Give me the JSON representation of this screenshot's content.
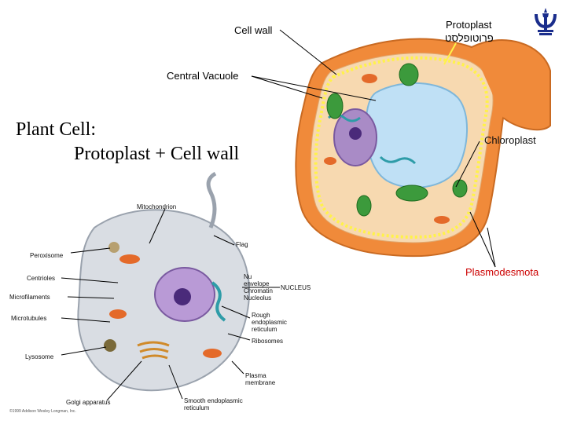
{
  "title": {
    "line1": "Plant Cell:",
    "line2": "Protoplast + Cell wall"
  },
  "labels": {
    "cell_wall": "Cell wall",
    "protoplast": "Protoplast",
    "protoplast_hebrew": "פרוטופלסט",
    "central_vacuole": "Central Vacuole",
    "chloroplast": "Chloroplast",
    "plasmodesmota": "Plasmodesmota"
  },
  "animal_labels": {
    "mitochondrion": "Mitochondrion",
    "peroxisome": "Peroxisome",
    "centrioles": "Centrioles",
    "microfilaments": "Microfilaments",
    "microtubules": "Microtubules",
    "lysosome": "Lysosome",
    "golgi": "Golgi apparatus",
    "flagella": "Flag",
    "nu": "Nu",
    "envelope": "envelope",
    "chromatin": "Chromatin",
    "nucleolus": "Nucleolus",
    "nucleus": "NUCLEUS",
    "rough_er_1": "Rough",
    "rough_er_2": "endoplasmic",
    "rough_er_3": "reticulum",
    "ribosomes": "Ribosomes",
    "plasma_1": "Plasma",
    "plasma_2": "membrane",
    "smooth_er_1": "Smooth endoplasmic",
    "smooth_er_2": "reticulum",
    "copyright": "©1999 Addison Wesley Longman, Inc."
  },
  "colors": {
    "plant_wall": "#f08a3a",
    "plant_cytoplasm": "#f7c48a",
    "vacuole": "#bfe0f5",
    "protoplast_dots": "#fff24a",
    "chloroplast": "#3c9a3c",
    "nucleus": "#a98bc6",
    "chloroplast_text": "#111111",
    "plasmodesmota_text": "#cc0000",
    "logo": "#1a2d8c"
  },
  "icons": {
    "logo": "university-emblem-icon"
  }
}
